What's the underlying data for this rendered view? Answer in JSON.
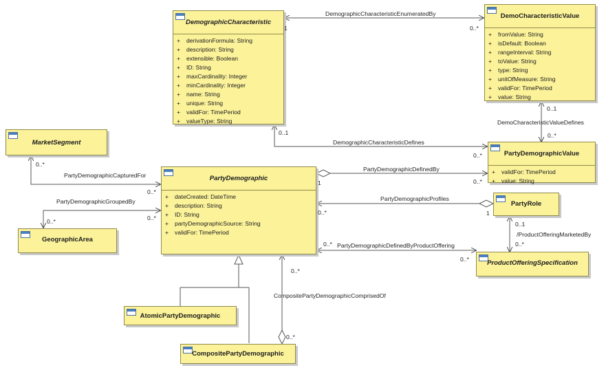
{
  "classes": {
    "demographic_characteristic": {
      "name": "DemographicCharacteristic",
      "attributes": [
        {
          "vis": "+",
          "text": "derivationFormula: String"
        },
        {
          "vis": "+",
          "text": "description: String"
        },
        {
          "vis": "+",
          "text": "extensible: Boolean"
        },
        {
          "vis": "+",
          "text": "ID: String"
        },
        {
          "vis": "+",
          "text": "maxCardinality: Integer"
        },
        {
          "vis": "+",
          "text": "minCardinality: Integer"
        },
        {
          "vis": "+",
          "text": "name: String"
        },
        {
          "vis": "+",
          "text": "unique: String"
        },
        {
          "vis": "+",
          "text": "validFor: TimePeriod"
        },
        {
          "vis": "+",
          "text": "valueType: String"
        }
      ]
    },
    "demo_characteristic_value": {
      "name": "DemoCharacteristicValue",
      "attributes": [
        {
          "vis": "+",
          "text": "fromValue: String"
        },
        {
          "vis": "+",
          "text": "isDefault: Boolean"
        },
        {
          "vis": "+",
          "text": "rangeInterval: String"
        },
        {
          "vis": "+",
          "text": "toValue: String"
        },
        {
          "vis": "+",
          "text": "type: String"
        },
        {
          "vis": "+",
          "text": "unitOfMeasure: String"
        },
        {
          "vis": "+",
          "text": "validFor: TimePeriod"
        },
        {
          "vis": "+",
          "text": "value: String"
        }
      ]
    },
    "market_segment": {
      "name": "MarketSegment"
    },
    "party_demographic": {
      "name": "PartyDemographic",
      "attributes": [
        {
          "vis": "+",
          "text": "dateCreated: DateTime"
        },
        {
          "vis": "+",
          "text": "description: String"
        },
        {
          "vis": "+",
          "text": "ID: String"
        },
        {
          "vis": "+",
          "text": "partyDemographicSource: String"
        },
        {
          "vis": "+",
          "text": "validFor: TimePeriod"
        }
      ]
    },
    "party_demographic_value": {
      "name": "PartyDemographicValue",
      "attributes": [
        {
          "vis": "+",
          "text": "validFor: TimePeriod"
        },
        {
          "vis": "+",
          "text": "value: String"
        }
      ]
    },
    "party_role": {
      "name": "PartyRole"
    },
    "geographic_area": {
      "name": "GeographicArea"
    },
    "product_offering_specification": {
      "name": "ProductOfferingSpecification"
    },
    "atomic_party_demographic": {
      "name": "AtomicPartyDemographic"
    },
    "composite_party_demographic": {
      "name": "CompositePartyDemographic"
    }
  },
  "associations": {
    "enumerated_by": {
      "name": "DemographicCharacteristicEnumeratedBy",
      "mult_source": "1",
      "mult_target": "0..*"
    },
    "value_defines": {
      "name": "DemoCharacteristicValueDefines",
      "mult_source": "0..1",
      "mult_target": "0..*"
    },
    "defines": {
      "name": "DemographicCharacteristicDefines",
      "mult_source": "0..1",
      "mult_target": "0..*"
    },
    "captured_for": {
      "name": "PartyDemographicCapturedFor",
      "mult_source": "0..*",
      "mult_target": "0..*"
    },
    "defined_by": {
      "name": "PartyDemographicDefinedBy",
      "mult_source": "1",
      "mult_target": "0..*"
    },
    "grouped_by": {
      "name": "PartyDemographicGroupedBy",
      "mult_source": "0..*",
      "mult_target": "0..*"
    },
    "profiles": {
      "name": "PartyDemographicProfiles",
      "mult_source": "0..*",
      "mult_target": "1"
    },
    "marketed_by": {
      "name": "/ProductOfferingMarketedBy",
      "mult_source": "0..1",
      "mult_target": "0..*"
    },
    "defined_by_product_offering": {
      "name": "PartyDemographicDefinedByProductOffering",
      "mult_source": "0..*",
      "mult_target": "0..*"
    },
    "comprised_of": {
      "name": "CompositePartyDemographicComprisedOf",
      "mult_source": "0..*",
      "mult_target": "0..*"
    }
  }
}
